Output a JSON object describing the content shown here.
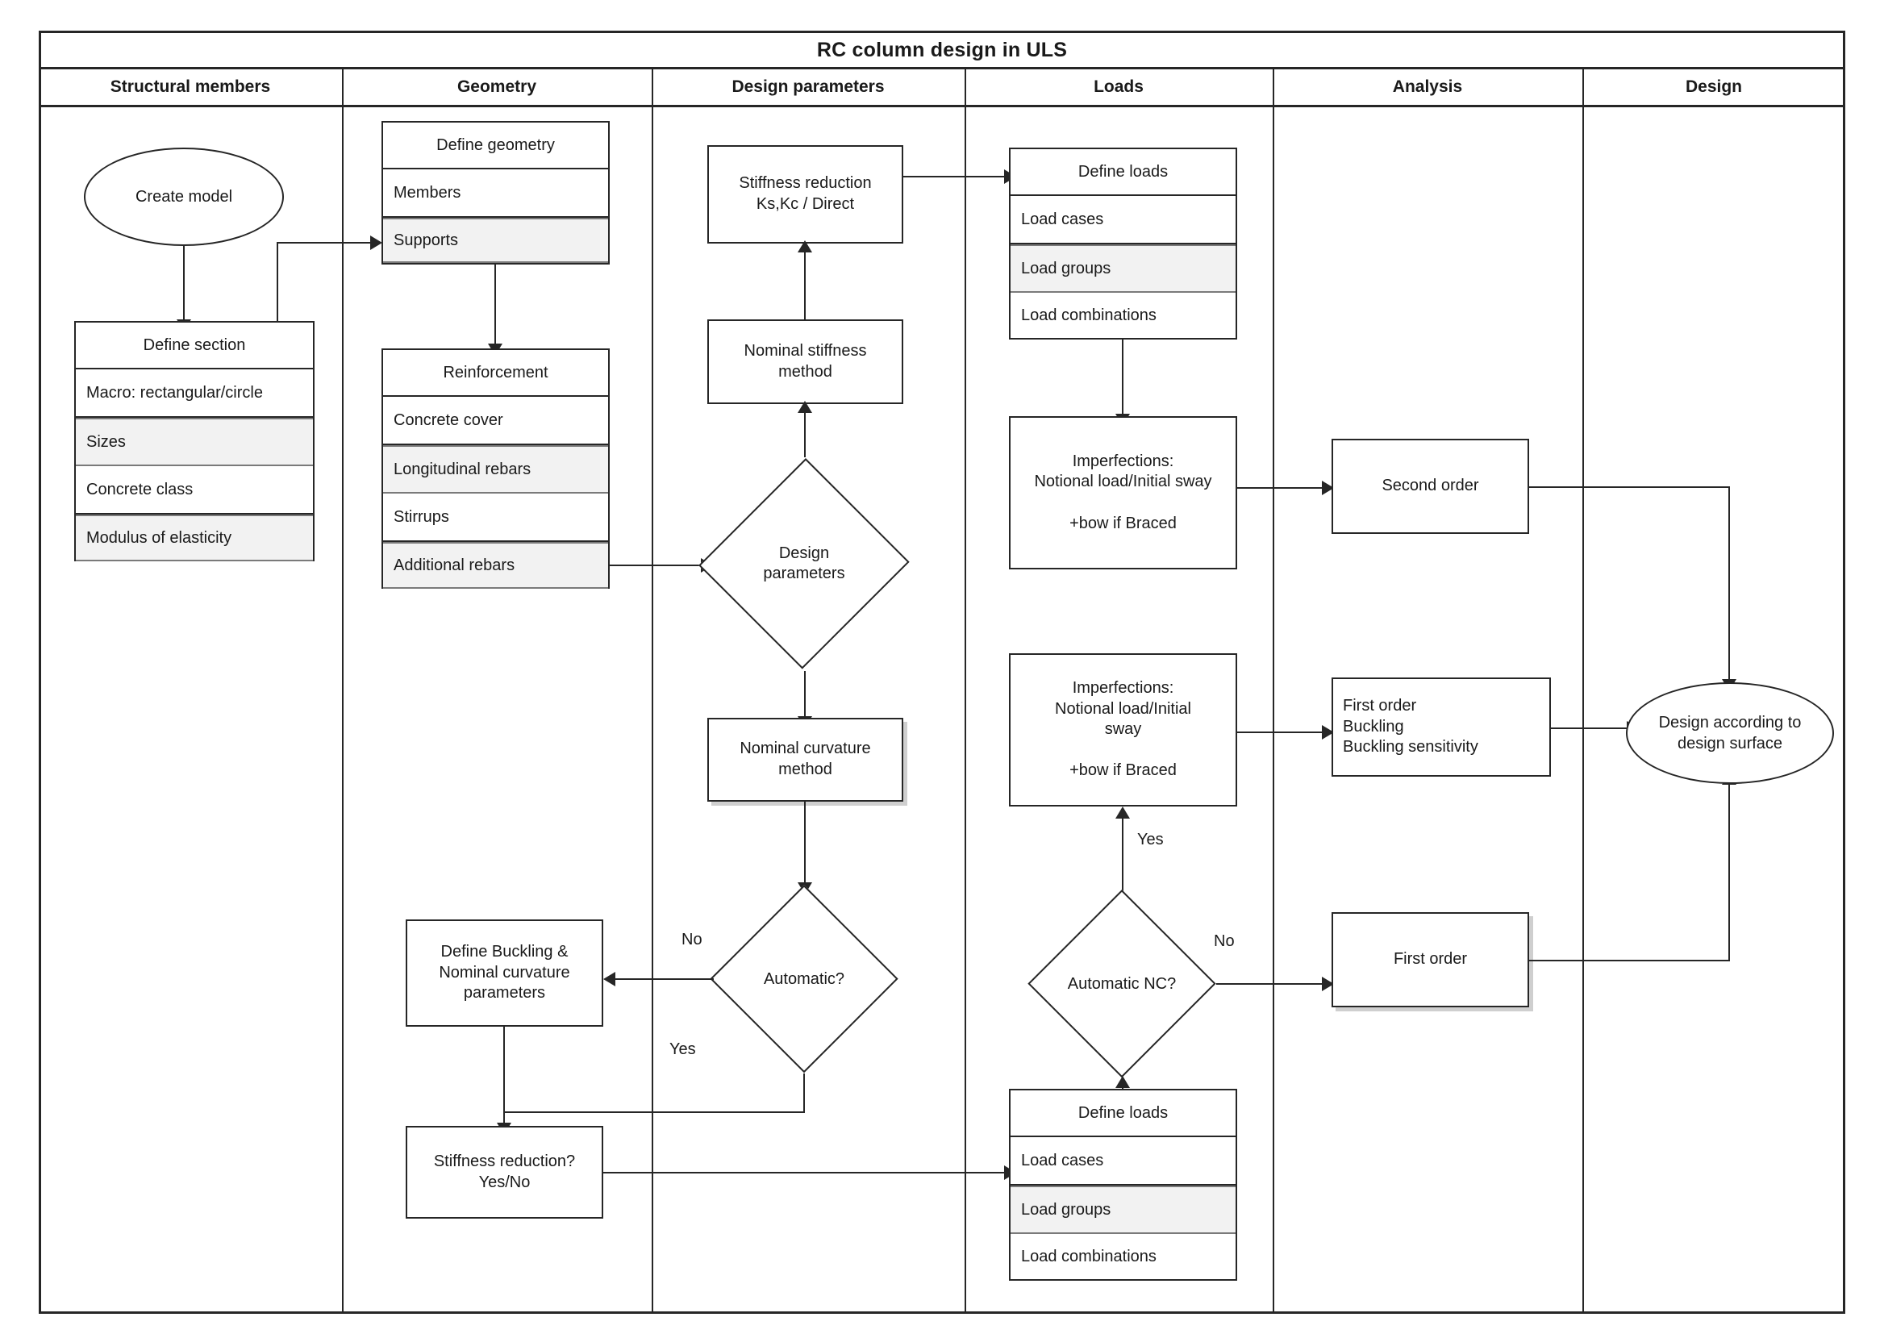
{
  "diagram": {
    "title": "RC column design in ULS",
    "type": "flowchart",
    "lanes": [
      {
        "id": "structural-members",
        "label": "Structural members"
      },
      {
        "id": "geometry",
        "label": "Geometry"
      },
      {
        "id": "design-parameters",
        "label": "Design parameters"
      },
      {
        "id": "loads",
        "label": "Loads"
      },
      {
        "id": "analysis",
        "label": "Analysis"
      },
      {
        "id": "design",
        "label": "Design"
      }
    ],
    "nodes": {
      "create_model": "Create model",
      "define_section_header": "Define section",
      "define_section_rows": [
        "Macro: rectangular/circle",
        "Sizes",
        "Concrete class",
        "Modulus of elasticity"
      ],
      "define_geometry_header": "Define geometry",
      "define_geometry_rows": [
        "Members",
        "Supports"
      ],
      "reinforcement_header": "Reinforcement",
      "reinforcement_rows": [
        "Concrete cover",
        "Longitudinal rebars",
        "Stirrups",
        "Additional rebars"
      ],
      "stiffness_reduction": "Stiffness reduction\nKs,Kc / Direct",
      "stiffness_reduction_l1": "Stiffness reduction",
      "stiffness_reduction_l2": "Ks,Kc / Direct",
      "nominal_stiffness_l1": "Nominal stiffness",
      "nominal_stiffness_l2": "method",
      "design_parameters_l1": "Design",
      "design_parameters_l2": "parameters",
      "nominal_curvature_l1": "Nominal curvature",
      "nominal_curvature_l2": "method",
      "automatic": "Automatic?",
      "define_buckling_l1": "Define Buckling &",
      "define_buckling_l2": "Nominal curvature",
      "define_buckling_l3": "parameters",
      "stiffness_reduction_q_l1": "Stiffness reduction?",
      "stiffness_reduction_q_l2": "Yes/No",
      "define_loads_header_top": "Define loads",
      "define_loads_rows_top": [
        "Load cases",
        "Load groups",
        "Load combinations"
      ],
      "imperfections_top_l1": "Imperfections:",
      "imperfections_top_l2": "Notional load/Initial sway",
      "imperfections_top_l3": "+bow if Braced",
      "imperfections_mid_l1": "Imperfections:",
      "imperfections_mid_l2": "Notional load/Initial",
      "imperfections_mid_l3": "sway",
      "imperfections_mid_l4": "+bow if Braced",
      "automatic_nc": "Automatic NC?",
      "define_loads_header_bottom": "Define loads",
      "define_loads_rows_bottom": [
        "Load cases",
        "Load groups",
        "Load combinations"
      ],
      "second_order": "Second order",
      "first_order_list_l1": "First order",
      "first_order_list_l2": "Buckling",
      "first_order_list_l3": "Buckling sensitivity",
      "first_order": "First order",
      "design_surface_l1": "Design according to",
      "design_surface_l2": "design surface"
    },
    "edge_labels": {
      "automatic_no": "No",
      "automatic_yes": "Yes",
      "automatic_nc_no": "No",
      "automatic_nc_yes": "Yes"
    },
    "colors": {
      "stroke": "#262626",
      "alt_row_fill": "#f2f2f2",
      "alt_row_stroke": "#7a7a7a",
      "shadow": "#cfcfcf",
      "background": "#ffffff"
    }
  }
}
